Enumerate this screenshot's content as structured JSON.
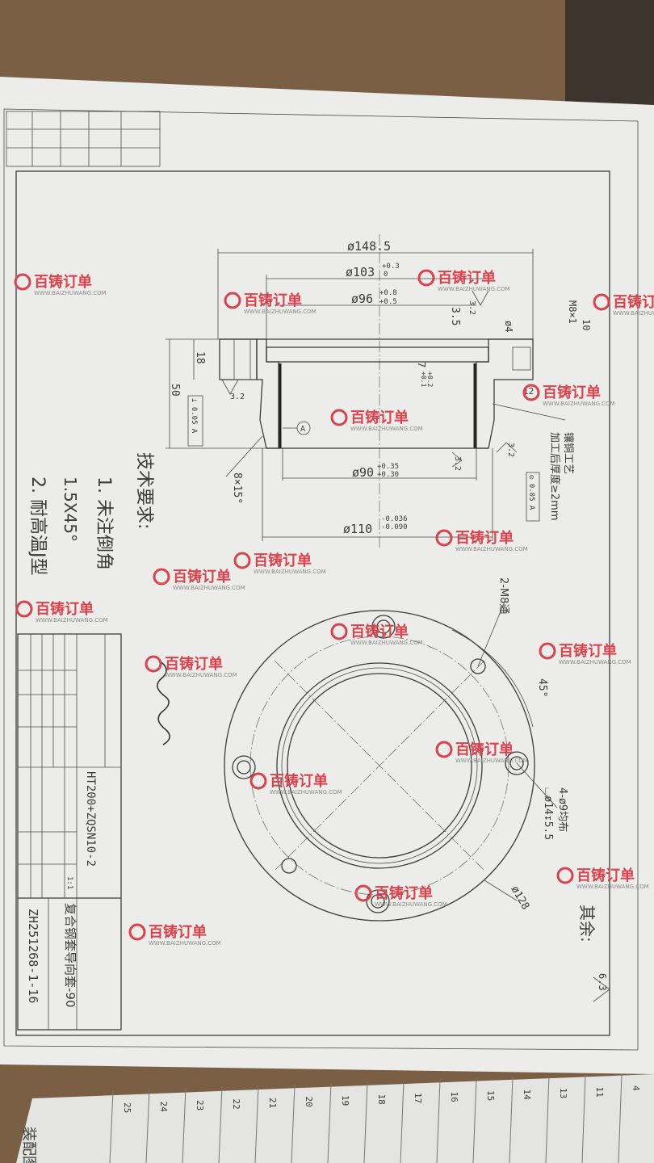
{
  "drawing": {
    "side_view": {
      "dim_flange_dia": "ø148.5",
      "dim_counterbore_dia": "ø103",
      "dim_counterbore_tol_upper": "+0.3",
      "dim_counterbore_tol_lower": "0",
      "dim_groove_dia": "ø96",
      "dim_groove_tol_upper": "+0.8",
      "dim_groove_tol_lower": "+0.5",
      "dim_depth_3_5": "3.5",
      "dim_hole_dia": "ø4",
      "dim_thread": "M8×1",
      "dim_10": "10",
      "dim_12": "12",
      "dim_flange_height": "18",
      "dim_total_height": "50",
      "dim_7": "7",
      "dim_7_tol_upper": "+0.2",
      "dim_7_tol_lower": "+0.1",
      "roughness": [
        "3.2",
        "3.2",
        "3.2",
        "3.2"
      ],
      "perpendicularity": "⊥ 0.05 A",
      "datum": "A",
      "dim_bore_dia": "ø90",
      "dim_bore_tol_upper": "+0.35",
      "dim_bore_tol_lower": "+0.30",
      "chamfer": "8×15°",
      "dim_outer_dia": "ø110",
      "dim_outer_tol_upper": "-0.036",
      "dim_outer_tol_lower": "-0.090",
      "note_copper": "镶铜工艺",
      "note_thickness": "加工后厚度≥2mm",
      "concentricity": "◎ 0.05 A"
    },
    "tech_requirements": {
      "title": "技术要求:",
      "items": [
        "1. 未注倒角",
        "1.5X45°",
        "2. 耐高温J型"
      ]
    },
    "bottom_view": {
      "thread_holes": "2-M8通",
      "angle": "45°",
      "holes": "4-ø9均布",
      "counterbore": "⌴ø14↧5.5",
      "pcd": "ø128"
    },
    "other_roughness_label": "其余:",
    "other_roughness_value": "6.3",
    "title_block": {
      "material": "HT200+ZQSN10-2",
      "part_name": "复合钢套导向套-90",
      "drawing_no": "ZH251268-1-16",
      "scale": "1:1"
    },
    "bottom_caption": "装配图"
  },
  "watermark": {
    "brand": "百铸订单",
    "url": "WWW.BAIZHUWANG.COM",
    "color": "#d9434d"
  },
  "bottom_sheet": {
    "row_numbers": [
      "4",
      "11",
      "13",
      "14",
      "15",
      "16",
      "17",
      "18",
      "19",
      "20",
      "21",
      "22",
      "23",
      "24",
      "25"
    ]
  }
}
